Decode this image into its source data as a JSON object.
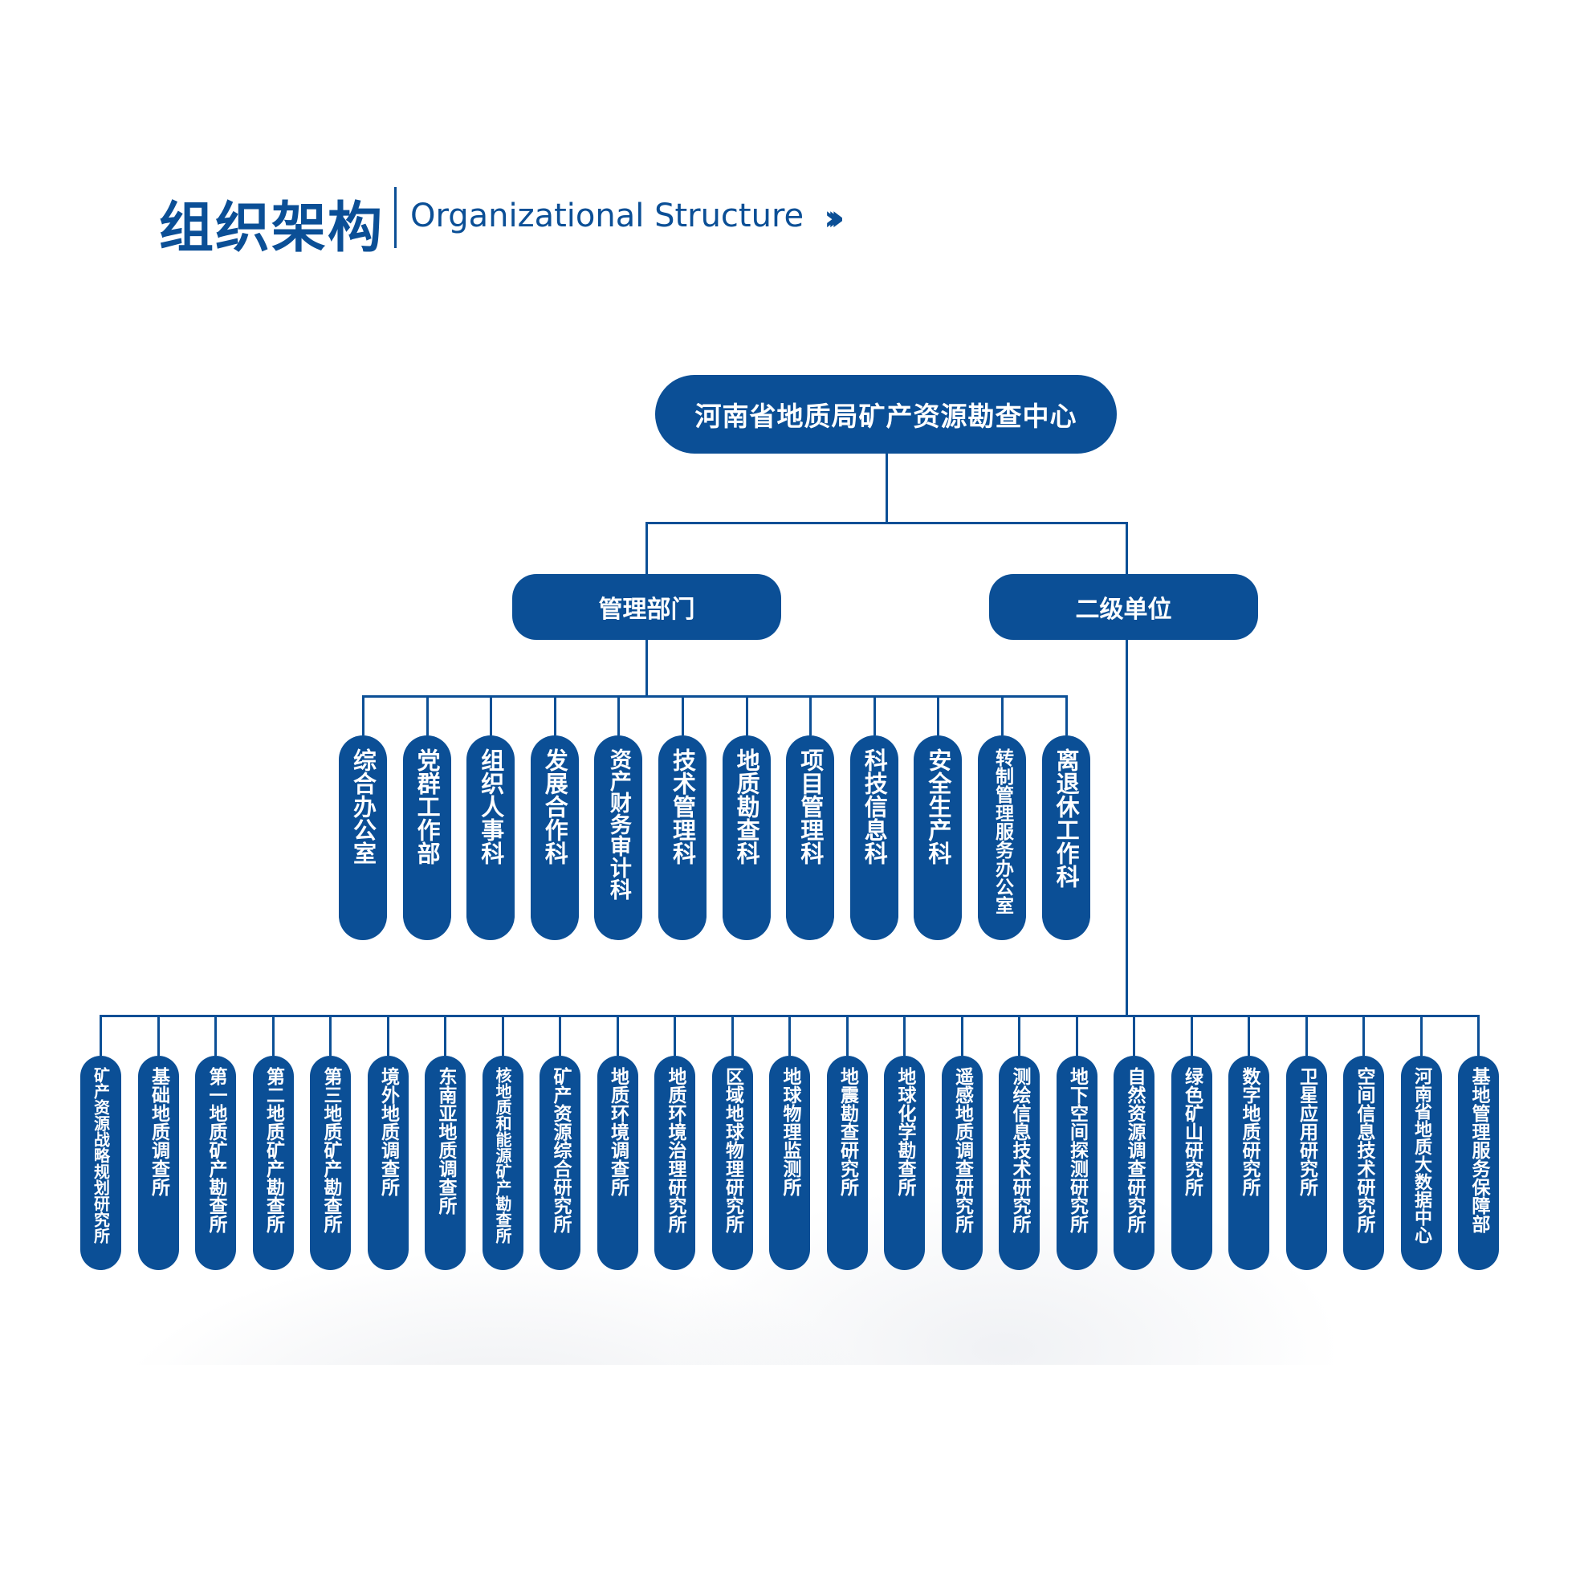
{
  "header": {
    "title_cn": "组织架构",
    "title_en": "Organizational Structure",
    "chevron_icon": "double-chevron-right-icon"
  },
  "colors": {
    "primary": "#0b4f96"
  },
  "root": "河南省地质局矿产资源勘查中心",
  "branches": {
    "management": {
      "label": "管理部门",
      "units": [
        "综合办公室",
        "党群工作部",
        "组织人事科",
        "发展合作科",
        "资产财务审计科",
        "技术管理科",
        "地质勘查科",
        "项目管理科",
        "科技信息科",
        "安全生产科",
        "转制管理服务办公室",
        "离退休工作科"
      ]
    },
    "secondary": {
      "label": "二级单位",
      "units": [
        "矿产资源战略规划研究所",
        "基础地质调查所",
        "第一地质矿产勘查所",
        "第二地质矿产勘查所",
        "第三地质矿产勘查所",
        "境外地质调查所",
        "东南亚地质调查所",
        "核地质和能源矿产勘查所",
        "矿产资源综合研究所",
        "地质环境调查所",
        "地质环境治理研究所",
        "区域地球物理研究所",
        "地球物理监测所",
        "地震勘查研究所",
        "地球化学勘查所",
        "遥感地质调查研究所",
        "测绘信息技术研究所",
        "地下空间探测研究所",
        "自然资源调查研究所",
        "绿色矿山研究所",
        "数字地质研究所",
        "卫星应用研究所",
        "空间信息技术研究所",
        "河南省地质大数据中心",
        "基地管理服务保障部"
      ]
    }
  }
}
